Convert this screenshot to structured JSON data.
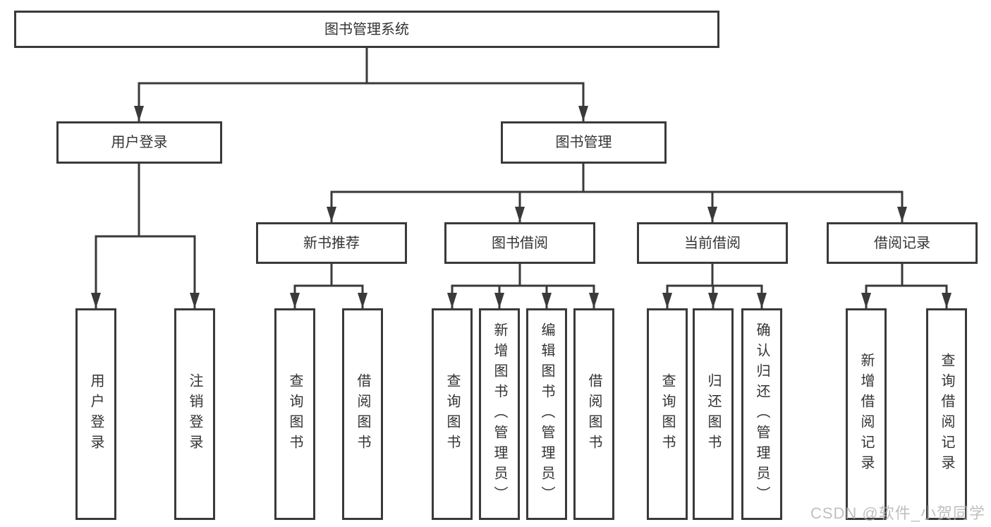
{
  "colors": {
    "line": "#3a3a3a",
    "text": "#333333",
    "background": "#ffffff",
    "watermark": "#b5b5b5"
  },
  "watermark": "CSDN @软件_小贺同学",
  "nodes": {
    "root": {
      "label": "图书管理系统"
    },
    "level2": {
      "user_login": {
        "label": "用户登录"
      },
      "book_mgmt": {
        "label": "图书管理"
      }
    },
    "level3": {
      "new_book": {
        "label": "新书推荐"
      },
      "book_borrow": {
        "label": "图书借阅"
      },
      "current_borrow": {
        "label": "当前借阅"
      },
      "borrow_record": {
        "label": "借阅记录"
      }
    },
    "leaves": {
      "user_login": [
        "用户登录",
        "注销登录"
      ],
      "new_book": [
        "查询图书",
        "借阅图书"
      ],
      "book_borrow": [
        "查询图书",
        "新增图书（管理员）",
        "编辑图书（管理员）",
        "借阅图书"
      ],
      "current_borrow": [
        "查询图书",
        "归还图书",
        "确认归还（管理员）"
      ],
      "borrow_record": [
        "新增借阅记录",
        "查询借阅记录"
      ]
    }
  }
}
